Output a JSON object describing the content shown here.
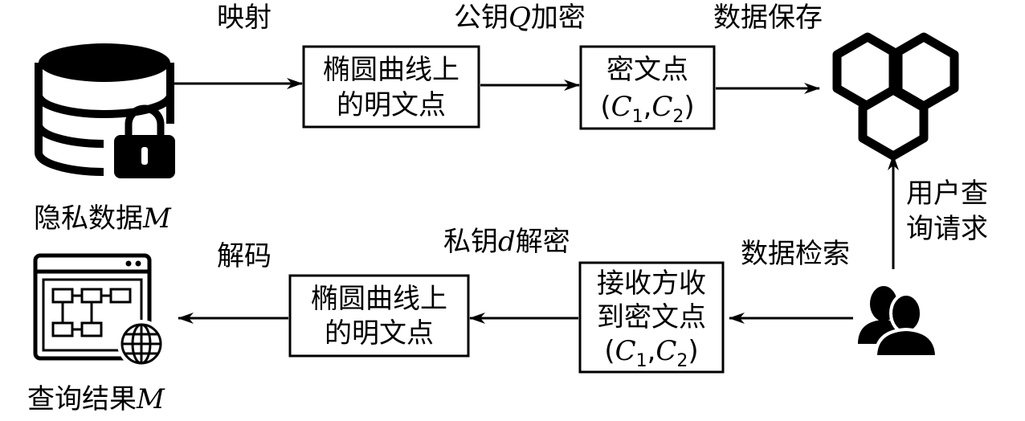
{
  "icons": {
    "private_db": "database-lock-icon",
    "storage": "hexagon-storage-icon",
    "users": "users-icon",
    "result": "browser-network-icon"
  },
  "labels": {
    "private_data": "隐私数据",
    "private_data_var": "M",
    "mapping": "映射",
    "encrypt_prefix": "公钥",
    "encrypt_var": "Q",
    "encrypt_suffix": "加密",
    "data_save": "数据保存",
    "user_query_line1": "用户查",
    "user_query_line2": "询请求",
    "data_retrieval": "数据检索",
    "decrypt_prefix": "私钥",
    "decrypt_var": "d",
    "decrypt_suffix": "解密",
    "decode": "解码",
    "query_result": "查询结果",
    "query_result_var": "M"
  },
  "boxes": {
    "plain_point_top": {
      "line1": "椭圆曲线上",
      "line2": "的明文点"
    },
    "cipher_point_top": {
      "line1": "密文点",
      "c": "C",
      "sub1": "1",
      "sub2": "2"
    },
    "received_cipher": {
      "line1": "接收方收",
      "line2": "到密文点",
      "c": "C",
      "sub1": "1",
      "sub2": "2"
    },
    "plain_point_bottom": {
      "line1": "椭圆曲线上",
      "line2": "的明文点"
    }
  }
}
